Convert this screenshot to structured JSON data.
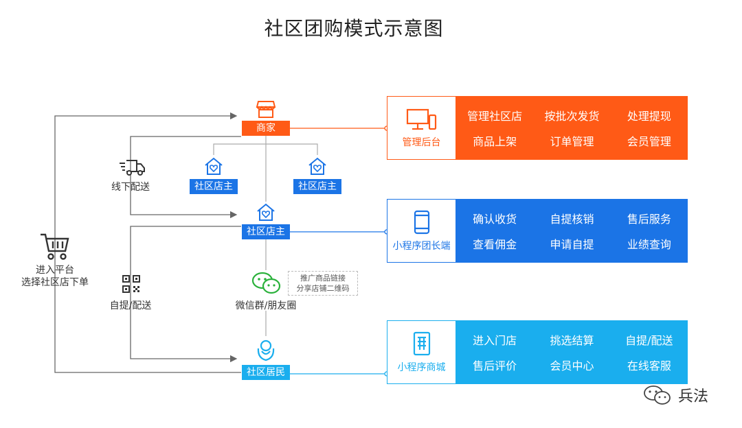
{
  "title": "社区团购模式示意图",
  "colors": {
    "orange": "#ff5a16",
    "blue": "#1b74e6",
    "cyan": "#1aaeee",
    "line": "#666666"
  },
  "nodes": {
    "merchant": "商家",
    "owner_left": "社区店主",
    "owner_right": "社区店主",
    "owner_main": "社区店主",
    "resident": "社区居民",
    "wechat": "微信群/朋友圈",
    "promo_line1": "推广商品链接",
    "promo_line2": "分享店铺二维码"
  },
  "left_labels": {
    "offline_delivery": "线下配送",
    "pickup_delivery": "自提/配送",
    "enter_line1": "进入平台",
    "enter_line2": "选择社区店下单"
  },
  "panels": {
    "admin": {
      "label": "管理后台",
      "items": [
        "管理社区店",
        "按批次发货",
        "处理提现",
        "商品上架",
        "订单管理",
        "会员管理"
      ]
    },
    "leader": {
      "label": "小程序团长端",
      "items": [
        "确认收货",
        "自提核销",
        "售后服务",
        "查看佣金",
        "申请自提",
        "业绩查询"
      ]
    },
    "mall": {
      "label": "小程序商城",
      "items": [
        "进入门店",
        "挑选结算",
        "自提/配送",
        "售后评价",
        "会员中心",
        "在线客服"
      ]
    }
  },
  "icons": [
    "shop-icon",
    "home-heart-icon",
    "truck-icon",
    "cart-icon",
    "qrcode-icon",
    "wechat-icon",
    "resident-icon",
    "desktop-icon",
    "phone-icon",
    "tablet-icon"
  ],
  "watermark": "兵法"
}
